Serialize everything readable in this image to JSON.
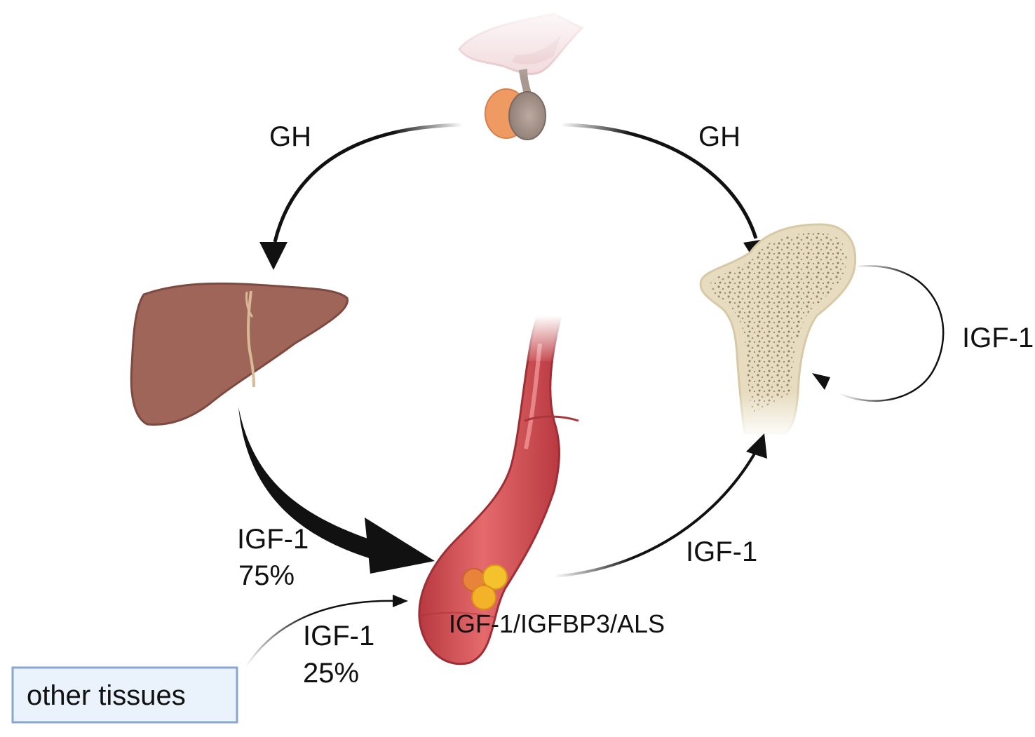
{
  "labels": {
    "gh_left": "GH",
    "gh_right": "GH",
    "igf_bone_loop": "IGF-1",
    "igf_liver": "IGF-1",
    "pct_liver": "75%",
    "igf_to_bone": "IGF-1",
    "complex": "IGF-1/IGFBP3/ALS",
    "igf_tissues": "IGF-1",
    "pct_tissues": "25%",
    "other_tissues": "other tissues"
  },
  "colors": {
    "liver": "#9e6558",
    "liver_edge": "#7d4a42",
    "vessel": "#c8454a",
    "vessel_light": "#e06a6d",
    "bone": "#e8dcc0",
    "bone_dots": "#8a7458",
    "pituitary": "#a89890",
    "pituitary_orange": "#ef9a62",
    "arrow": "#111111",
    "box_fill": "#eaf2fb",
    "box_border": "#8aa6d0"
  }
}
